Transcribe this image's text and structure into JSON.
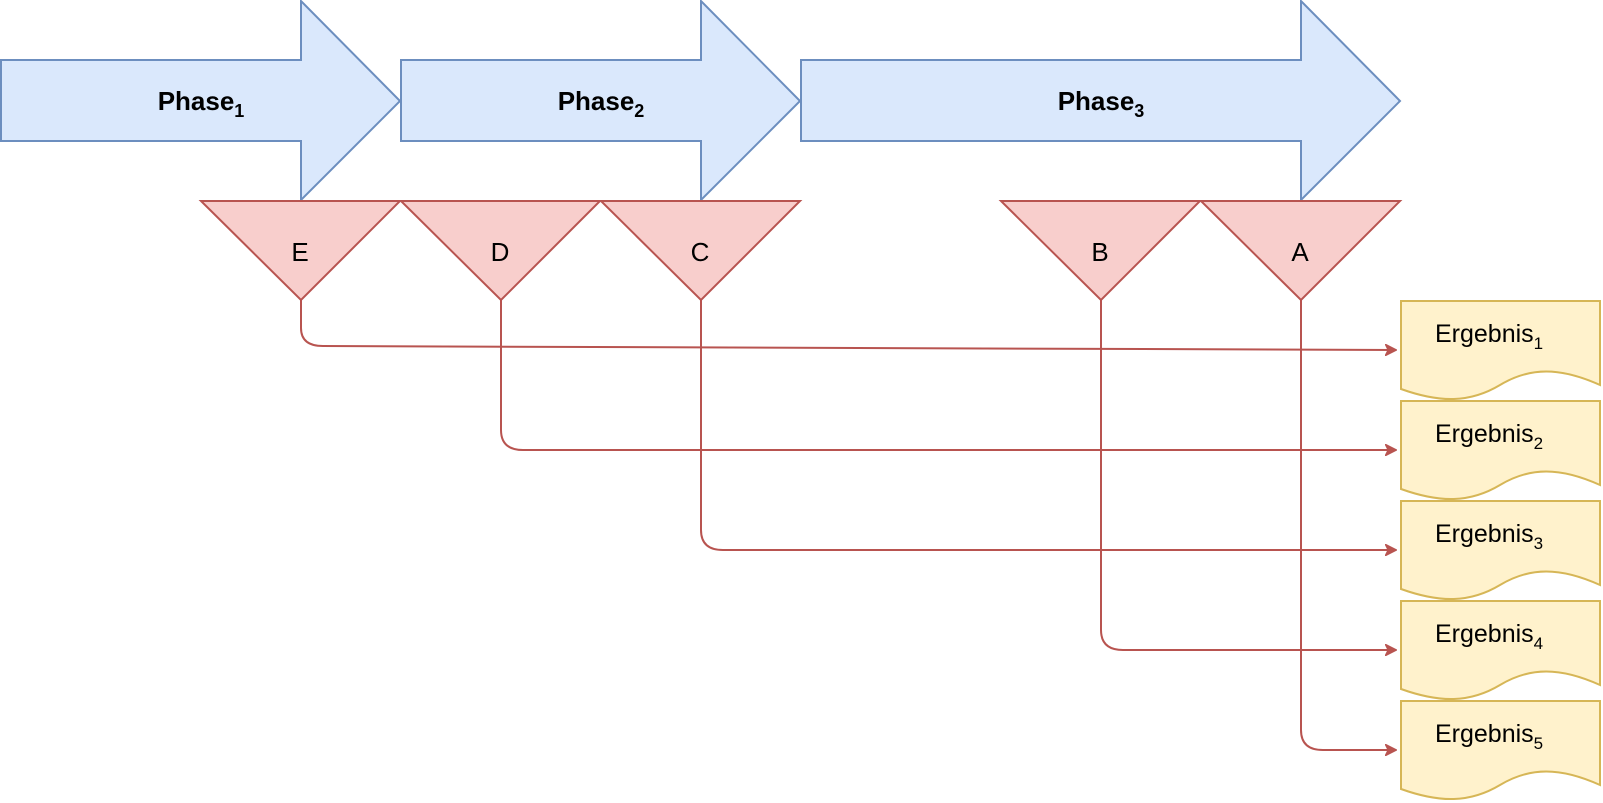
{
  "phases": [
    {
      "label": "Phase",
      "sub": "1"
    },
    {
      "label": "Phase",
      "sub": "2"
    },
    {
      "label": "Phase",
      "sub": "3"
    }
  ],
  "milestones": [
    {
      "label": "E"
    },
    {
      "label": "D"
    },
    {
      "label": "C"
    },
    {
      "label": "B"
    },
    {
      "label": "A"
    }
  ],
  "results": [
    {
      "label": "Ergebnis",
      "sub": "1"
    },
    {
      "label": "Ergebnis",
      "sub": "2"
    },
    {
      "label": "Ergebnis",
      "sub": "3"
    },
    {
      "label": "Ergebnis",
      "sub": "4"
    },
    {
      "label": "Ergebnis",
      "sub": "5"
    }
  ],
  "colors": {
    "phase_fill": "#dae8fc",
    "phase_stroke": "#6c8ebf",
    "milestone_fill": "#f8cecc",
    "milestone_stroke": "#b85450",
    "result_fill": "#fff2cc",
    "result_stroke": "#d6b656",
    "connector": "#b85450"
  }
}
